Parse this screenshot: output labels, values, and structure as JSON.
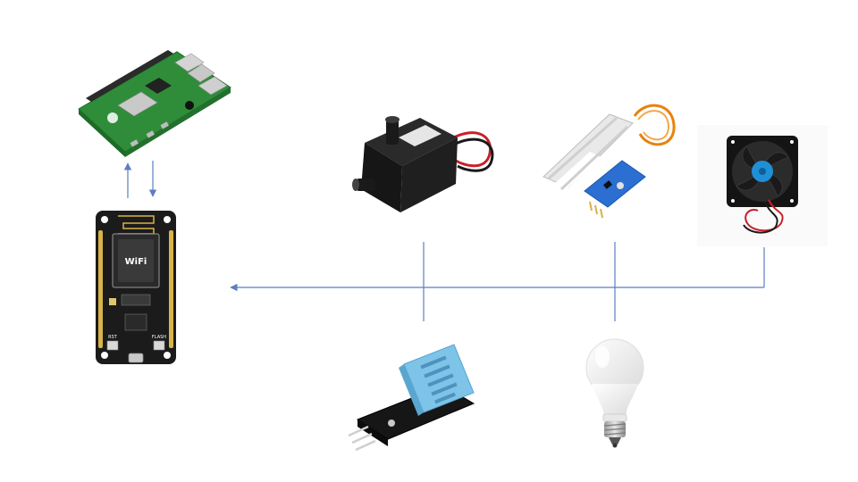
{
  "nodes": [
    {
      "id": "raspberry-pi",
      "icon": "raspberry-pi-board-icon"
    },
    {
      "id": "nodemcu",
      "icon": "nodemcu-esp8266-board-icon"
    },
    {
      "id": "water-pump",
      "icon": "water-pump-icon"
    },
    {
      "id": "soil-moisture-sensor",
      "icon": "soil-moisture-sensor-icon"
    },
    {
      "id": "cooling-fan",
      "icon": "cooling-fan-icon"
    },
    {
      "id": "dht11-sensor",
      "icon": "dht11-sensor-icon"
    },
    {
      "id": "light-bulb",
      "icon": "light-bulb-icon"
    }
  ],
  "edges": [
    {
      "from": "nodemcu",
      "to": "raspberry-pi",
      "arrow": "up"
    },
    {
      "from": "raspberry-pi",
      "to": "nodemcu",
      "arrow": "down"
    },
    {
      "from": "bus",
      "to": "nodemcu",
      "arrow": "left"
    }
  ],
  "colors": {
    "line": "#5b7fc0",
    "pcb_green": "#2f8d3a",
    "pcb_black": "#1b1b1b",
    "sensor_blue": "#2a6fd1",
    "dht_blue": "#7ec3e8",
    "wire_red": "#c8202a",
    "wire_orange": "#e8820f"
  },
  "board_labels": {
    "wifi_logo": "WiFi",
    "rst": "RST",
    "flash": "FLASH"
  }
}
